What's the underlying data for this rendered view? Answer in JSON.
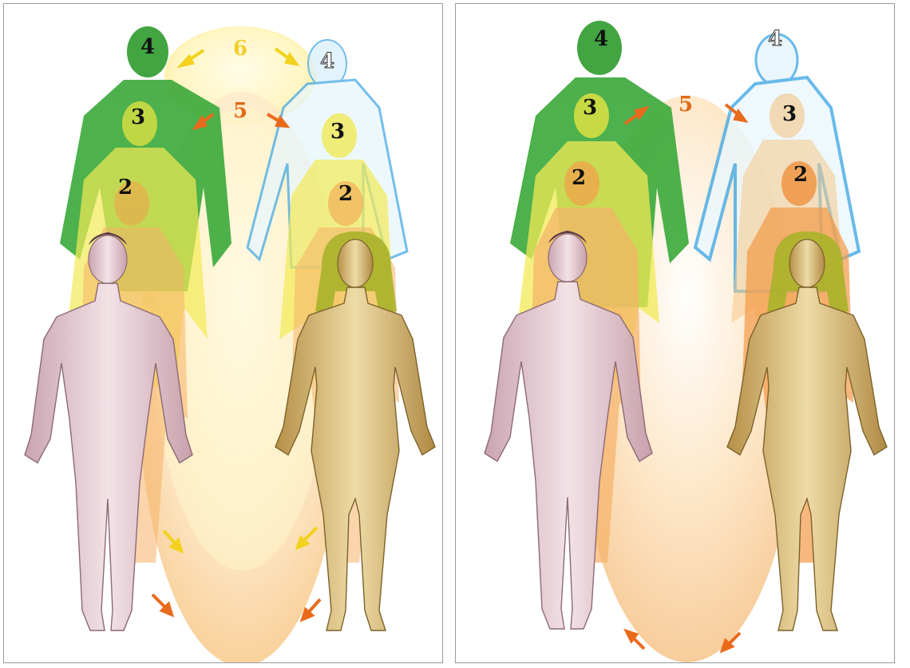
{
  "colors": {
    "layer4_male": "#2e9c2e",
    "layer4_female": "#43a9e6",
    "layer3": "#f0e840",
    "layer2": "#f2a04a",
    "body_male": "#e8cfd6",
    "body_female": "#d9bd7a",
    "hair_female": "#a8b22a",
    "arrow_yellow": "#f2d21c",
    "arrow_orange": "#ea6a1c",
    "label_orange": "#e06a1a",
    "label_yellow": "#f1cf2a"
  },
  "panels": [
    {
      "labels": {
        "male_4": "4",
        "male_3": "3",
        "male_2": "2",
        "female_4": "4",
        "female_3": "3",
        "female_2": "2",
        "arc_6": "6",
        "arc_5": "5"
      }
    },
    {
      "labels": {
        "male_4": "4",
        "male_3": "3",
        "male_2": "2",
        "female_4": "4",
        "female_3": "3",
        "female_2": "2",
        "arc_5": "5"
      }
    }
  ]
}
